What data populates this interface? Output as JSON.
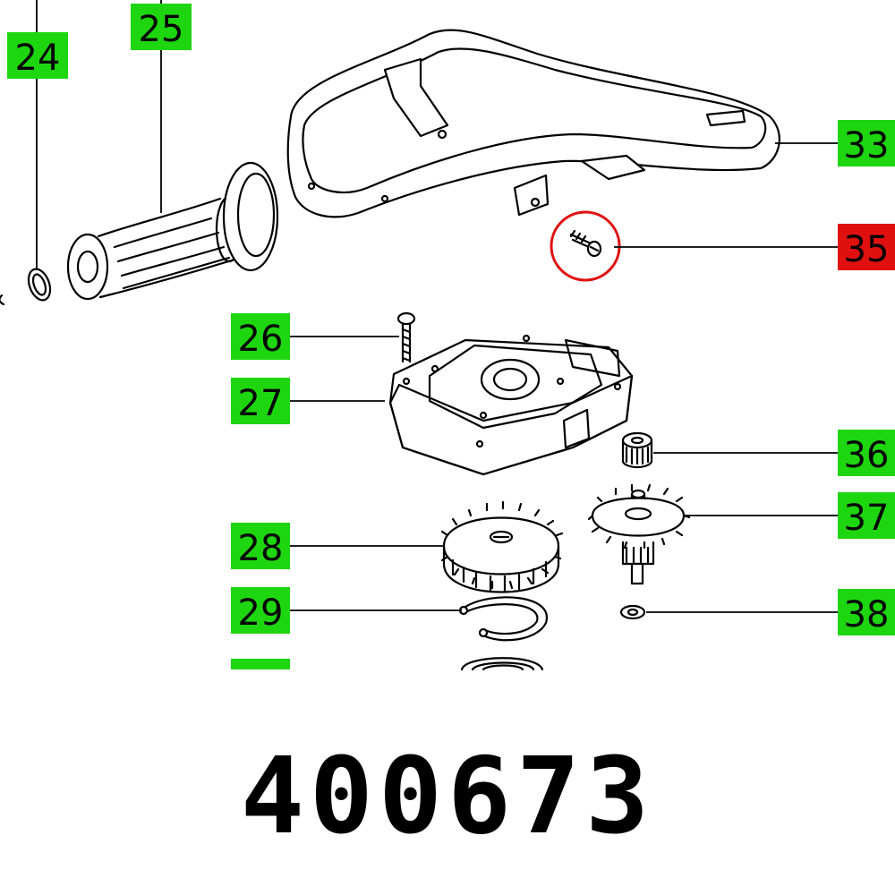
{
  "diagram": {
    "part_number": "400673",
    "highlight_color": "#e01010",
    "label_color": "#1ed60f",
    "callouts": [
      {
        "id": "c24",
        "text": "24",
        "highlighted": false
      },
      {
        "id": "c25",
        "text": "25",
        "highlighted": false
      },
      {
        "id": "c33",
        "text": "33",
        "highlighted": false
      },
      {
        "id": "c35",
        "text": "35",
        "highlighted": true
      },
      {
        "id": "c26",
        "text": "26",
        "highlighted": false
      },
      {
        "id": "c27",
        "text": "27",
        "highlighted": false
      },
      {
        "id": "c36",
        "text": "36",
        "highlighted": false
      },
      {
        "id": "c37",
        "text": "37",
        "highlighted": false
      },
      {
        "id": "c28",
        "text": "28",
        "highlighted": false
      },
      {
        "id": "c29",
        "text": "29",
        "highlighted": false
      },
      {
        "id": "c38",
        "text": "38",
        "highlighted": false
      }
    ],
    "parts": [
      {
        "ref": "24",
        "icon": "retaining-ring-icon"
      },
      {
        "ref": "25",
        "icon": "side-handle-icon"
      },
      {
        "ref": "33",
        "icon": "bail-handle-icon"
      },
      {
        "ref": "35",
        "icon": "screw-icon"
      },
      {
        "ref": "26",
        "icon": "screw-icon"
      },
      {
        "ref": "27",
        "icon": "gear-housing-icon"
      },
      {
        "ref": "36",
        "icon": "bushing-icon"
      },
      {
        "ref": "37",
        "icon": "pinion-gear-icon"
      },
      {
        "ref": "28",
        "icon": "spur-gear-icon"
      },
      {
        "ref": "29",
        "icon": "circlip-icon"
      },
      {
        "ref": "38",
        "icon": "washer-icon"
      }
    ]
  }
}
